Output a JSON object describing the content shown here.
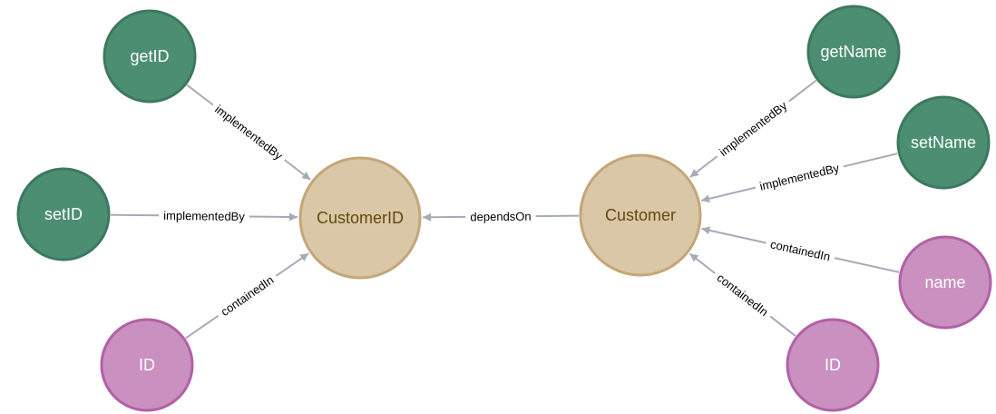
{
  "colors": {
    "method_fill": "#4c8e72",
    "method_stroke": "#3d7860",
    "method_text": "#ffffff",
    "class_fill": "#d9c7a7",
    "class_stroke": "#c4a678",
    "class_text": "#604a0e",
    "field_fill": "#c990c0",
    "field_stroke": "#b261a5",
    "field_text": "#ffffff",
    "edge": "#a5abb6"
  },
  "nodes": [
    {
      "id": "getID",
      "label": "getID",
      "kind": "method"
    },
    {
      "id": "setID",
      "label": "setID",
      "kind": "method"
    },
    {
      "id": "ID_left",
      "label": "ID",
      "kind": "field"
    },
    {
      "id": "CustomerID",
      "label": "CustomerID",
      "kind": "class"
    },
    {
      "id": "Customer",
      "label": "Customer",
      "kind": "class"
    },
    {
      "id": "getName",
      "label": "getName",
      "kind": "method"
    },
    {
      "id": "setName",
      "label": "setName",
      "kind": "method"
    },
    {
      "id": "name",
      "label": "name",
      "kind": "field"
    },
    {
      "id": "ID_right",
      "label": "ID",
      "kind": "field"
    }
  ],
  "edges": [
    {
      "from": "getID",
      "to": "CustomerID",
      "label": "implementedBy"
    },
    {
      "from": "setID",
      "to": "CustomerID",
      "label": "implementedBy"
    },
    {
      "from": "ID_left",
      "to": "CustomerID",
      "label": "containedIn"
    },
    {
      "from": "Customer",
      "to": "CustomerID",
      "label": "dependsOn"
    },
    {
      "from": "getName",
      "to": "Customer",
      "label": "implementedBy"
    },
    {
      "from": "setName",
      "to": "Customer",
      "label": "implementedBy"
    },
    {
      "from": "name",
      "to": "Customer",
      "label": "containedIn"
    },
    {
      "from": "ID_right",
      "to": "Customer",
      "label": "containedIn"
    }
  ]
}
